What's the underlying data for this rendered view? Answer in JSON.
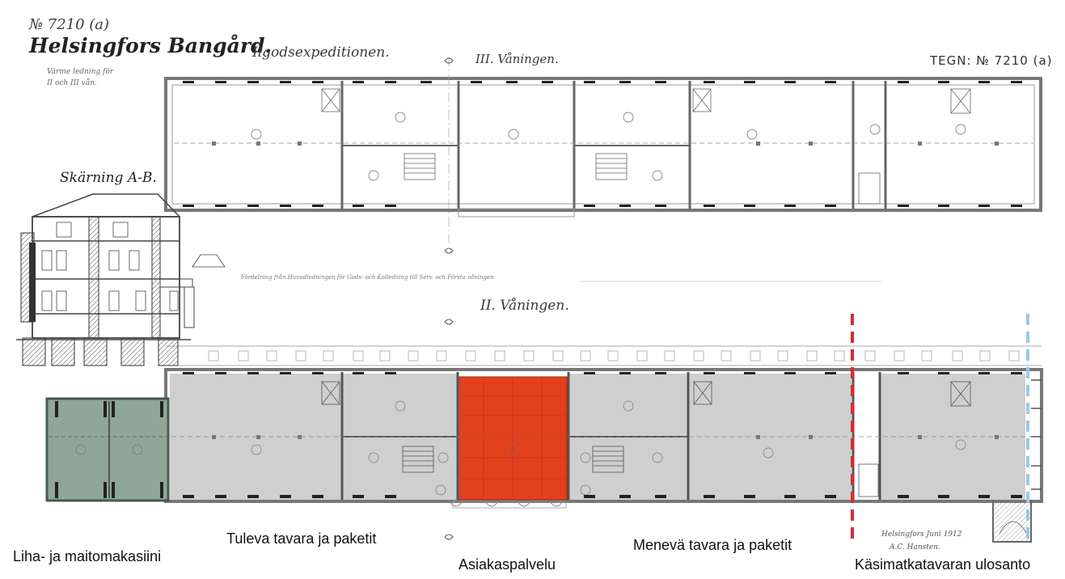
{
  "drawing": {
    "number_title": "№ 7210 (a)",
    "main_title": "Helsingfors Bangård.",
    "subtitle": "Ilgodsexpeditionen.",
    "note_line1": "Värme ledning för",
    "note_line2": "II och III vån.",
    "upper_floor_label": "III. Våningen.",
    "lower_floor_label": "II. Våningen.",
    "stamp": "TEGN: № 7210 (a)",
    "section_title": "Skärning A-B.",
    "signature_line1": "Helsingfors Juni 1912",
    "signature_line2": "A.C. Hansten."
  },
  "zones": {
    "meat_milk": {
      "label": "Liha- ja maitomakasiini",
      "color": "#8fa796"
    },
    "incoming": {
      "label": "Tuleva tavara ja paketit",
      "color": "#cfcfcf"
    },
    "customer_service": {
      "label": "Asiakaspalvelu",
      "color": "#e2401b"
    },
    "outgoing": {
      "label": "Menevä tavara ja paketit",
      "color": "#cfcfcf"
    },
    "luggage": {
      "label": "Käsimatkatavaran ulosanto",
      "color": "#cfcfcf"
    }
  },
  "markers": {
    "red_line_color": "#e0292b",
    "blue_line_color": "#9cc8e6"
  }
}
